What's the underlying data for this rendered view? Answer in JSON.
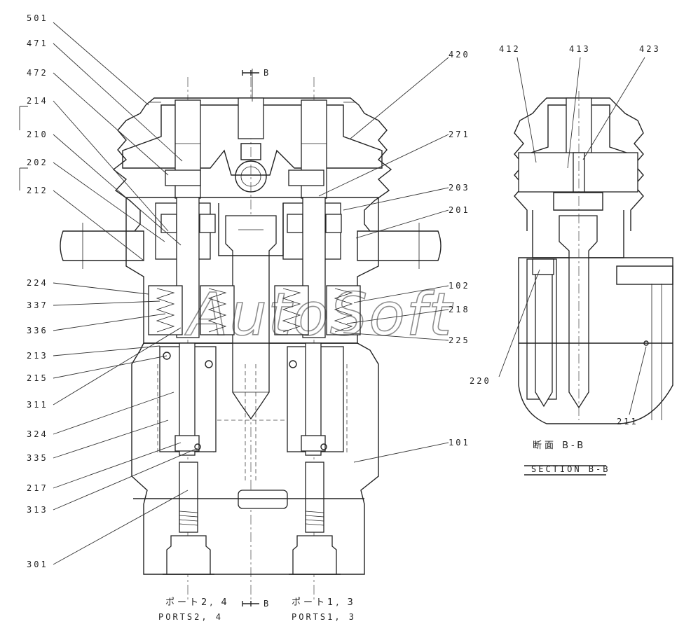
{
  "watermark": "AutoSoft",
  "section_marker": "B",
  "left_labels": [
    "501",
    "471",
    "472",
    "214",
    "210",
    "202",
    "212",
    "224",
    "337",
    "336",
    "213",
    "215",
    "311",
    "324",
    "335",
    "217",
    "313",
    "301"
  ],
  "top_right_labels": [
    "420",
    "271",
    "203",
    "201"
  ],
  "mid_right_labels": [
    "102",
    "218",
    "225",
    "101"
  ],
  "section_labels": [
    "412",
    "413",
    "423",
    "220",
    "211"
  ],
  "captions": {
    "ports_24_jp": "ポート2, 4",
    "ports_24_en": "PORTS2, 4",
    "ports_13_jp": "ポート1, 3",
    "ports_13_en": "PORTS1, 3",
    "section_jp": "断面 B-B",
    "section_en": "SECTION B-B"
  }
}
